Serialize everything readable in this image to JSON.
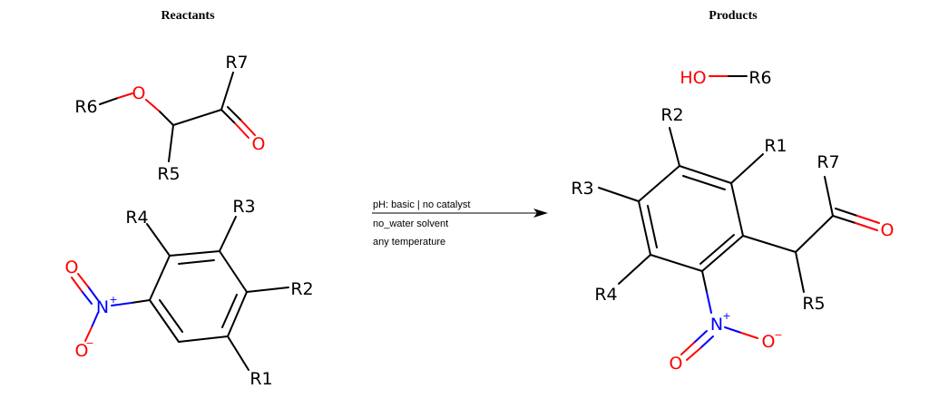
{
  "headings": {
    "reactants": "Reactants",
    "products": "Products"
  },
  "conditions": [
    "pH: basic | no catalyst",
    "no_water solvent",
    "any temperature"
  ],
  "colors": {
    "carbon": "#000000",
    "oxygen": "#ff0000",
    "nitrogen": "#0000ff"
  },
  "atoms": {
    "r1": "R1",
    "r2": "R2",
    "r3": "R3",
    "r4": "R4",
    "r5": "R5",
    "r6": "R6",
    "r7": "R7",
    "o": "O",
    "n": "N",
    "plus": "+",
    "minus": "−",
    "ho": "HO"
  }
}
